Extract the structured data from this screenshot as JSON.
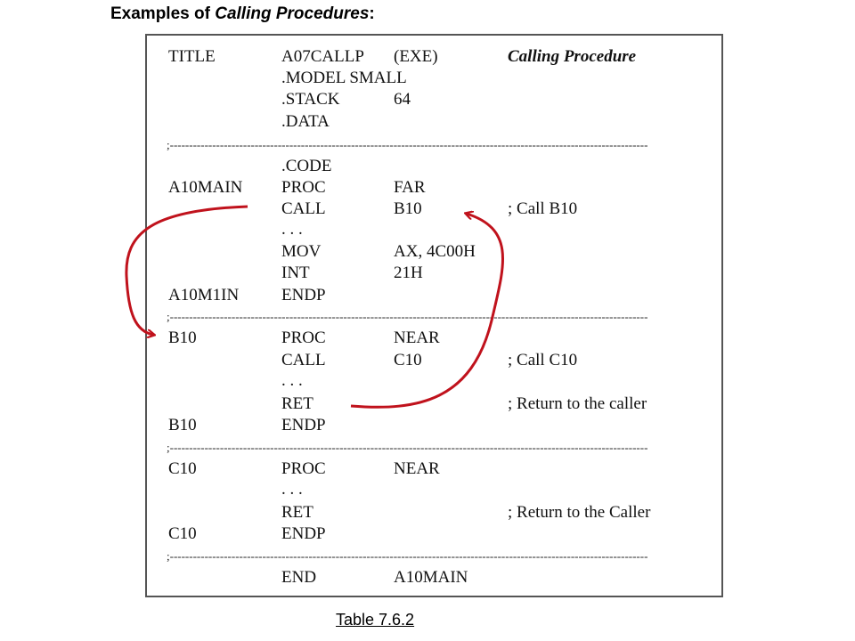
{
  "heading": {
    "prefix": "Examples of ",
    "italic": "Calling Procedures",
    "suffix": ":"
  },
  "lines": [
    [
      "TITLE",
      "A07CALLP",
      "(EXE)",
      "Calling Procedure"
    ],
    [
      "",
      ".MODEL SMALL",
      "",
      ""
    ],
    [
      "",
      ".STACK",
      "64",
      ""
    ],
    [
      "",
      ".DATA",
      "",
      ""
    ],
    [
      "",
      ".CODE",
      "",
      ""
    ],
    [
      "A10MAIN",
      "PROC",
      "FAR",
      ""
    ],
    [
      "",
      "CALL",
      "B10",
      "; Call B10"
    ],
    [
      "",
      ". . .",
      "",
      ""
    ],
    [
      "",
      "MOV",
      "AX, 4C00H",
      ""
    ],
    [
      "",
      "INT",
      "21H",
      ""
    ],
    [
      "A10M1IN",
      "ENDP",
      "",
      ""
    ],
    [
      "B10",
      "PROC",
      "NEAR",
      ""
    ],
    [
      "",
      "CALL",
      "C10",
      "; Call C10"
    ],
    [
      "",
      ". . .",
      "",
      ""
    ],
    [
      "",
      "RET",
      "",
      "; Return to the caller"
    ],
    [
      "B10",
      "ENDP",
      "",
      ""
    ],
    [
      "C10",
      "PROC",
      "NEAR",
      ""
    ],
    [
      "",
      ". . .",
      "",
      ""
    ],
    [
      "",
      "RET",
      "",
      "; Return to the Caller"
    ],
    [
      "C10",
      "ENDP",
      "",
      ""
    ],
    [
      "",
      "END",
      "A10MAIN",
      ""
    ]
  ],
  "separator": ";----------------------------------------------------------------------------------------------------------------------------",
  "caption": "Table 7.6.2",
  "arrow_color": "#c0121c"
}
